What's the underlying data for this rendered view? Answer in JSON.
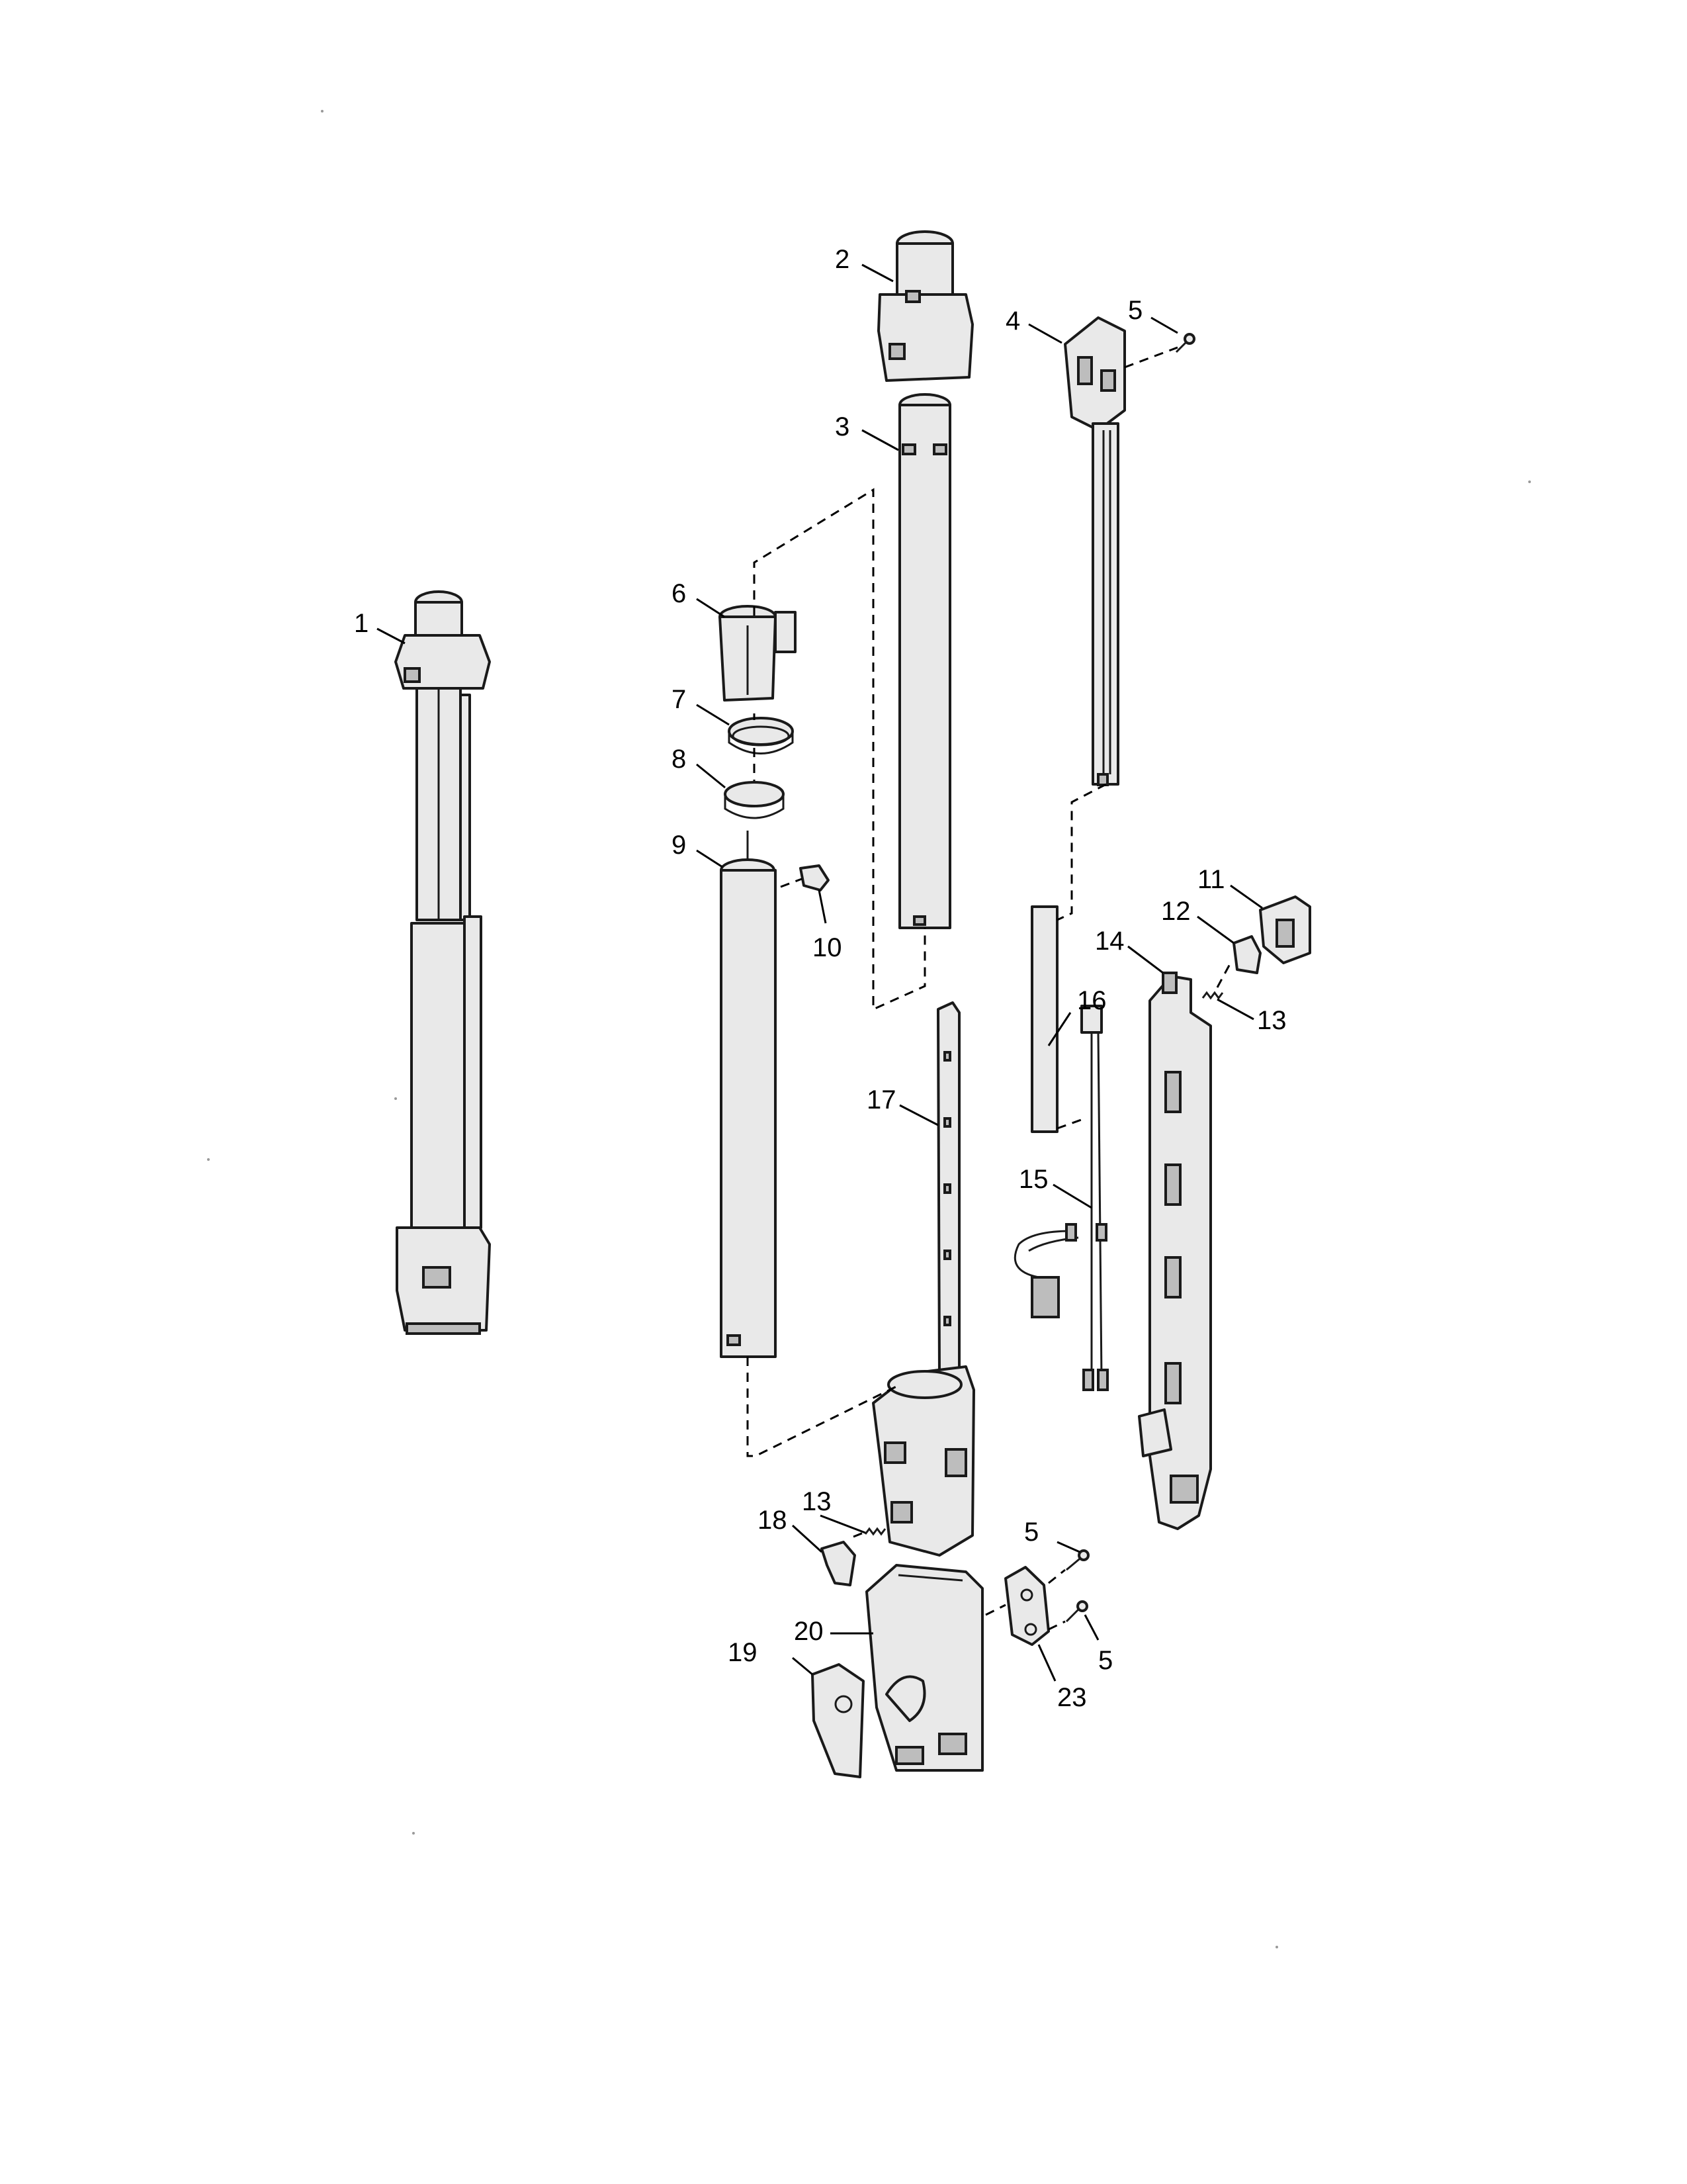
{
  "callouts": {
    "c1": "1",
    "c2": "2",
    "c3": "3",
    "c4": "4",
    "c5a": "5",
    "c5b": "5",
    "c5c": "5",
    "c6": "6",
    "c7": "7",
    "c8": "8",
    "c9": "9",
    "c10": "10",
    "c11": "11",
    "c12": "12",
    "c13a": "13",
    "c13b": "13",
    "c14": "14",
    "c15": "15",
    "c16": "16",
    "c17": "17",
    "c18": "18",
    "c19": "19",
    "c20": "20",
    "c23": "23"
  }
}
